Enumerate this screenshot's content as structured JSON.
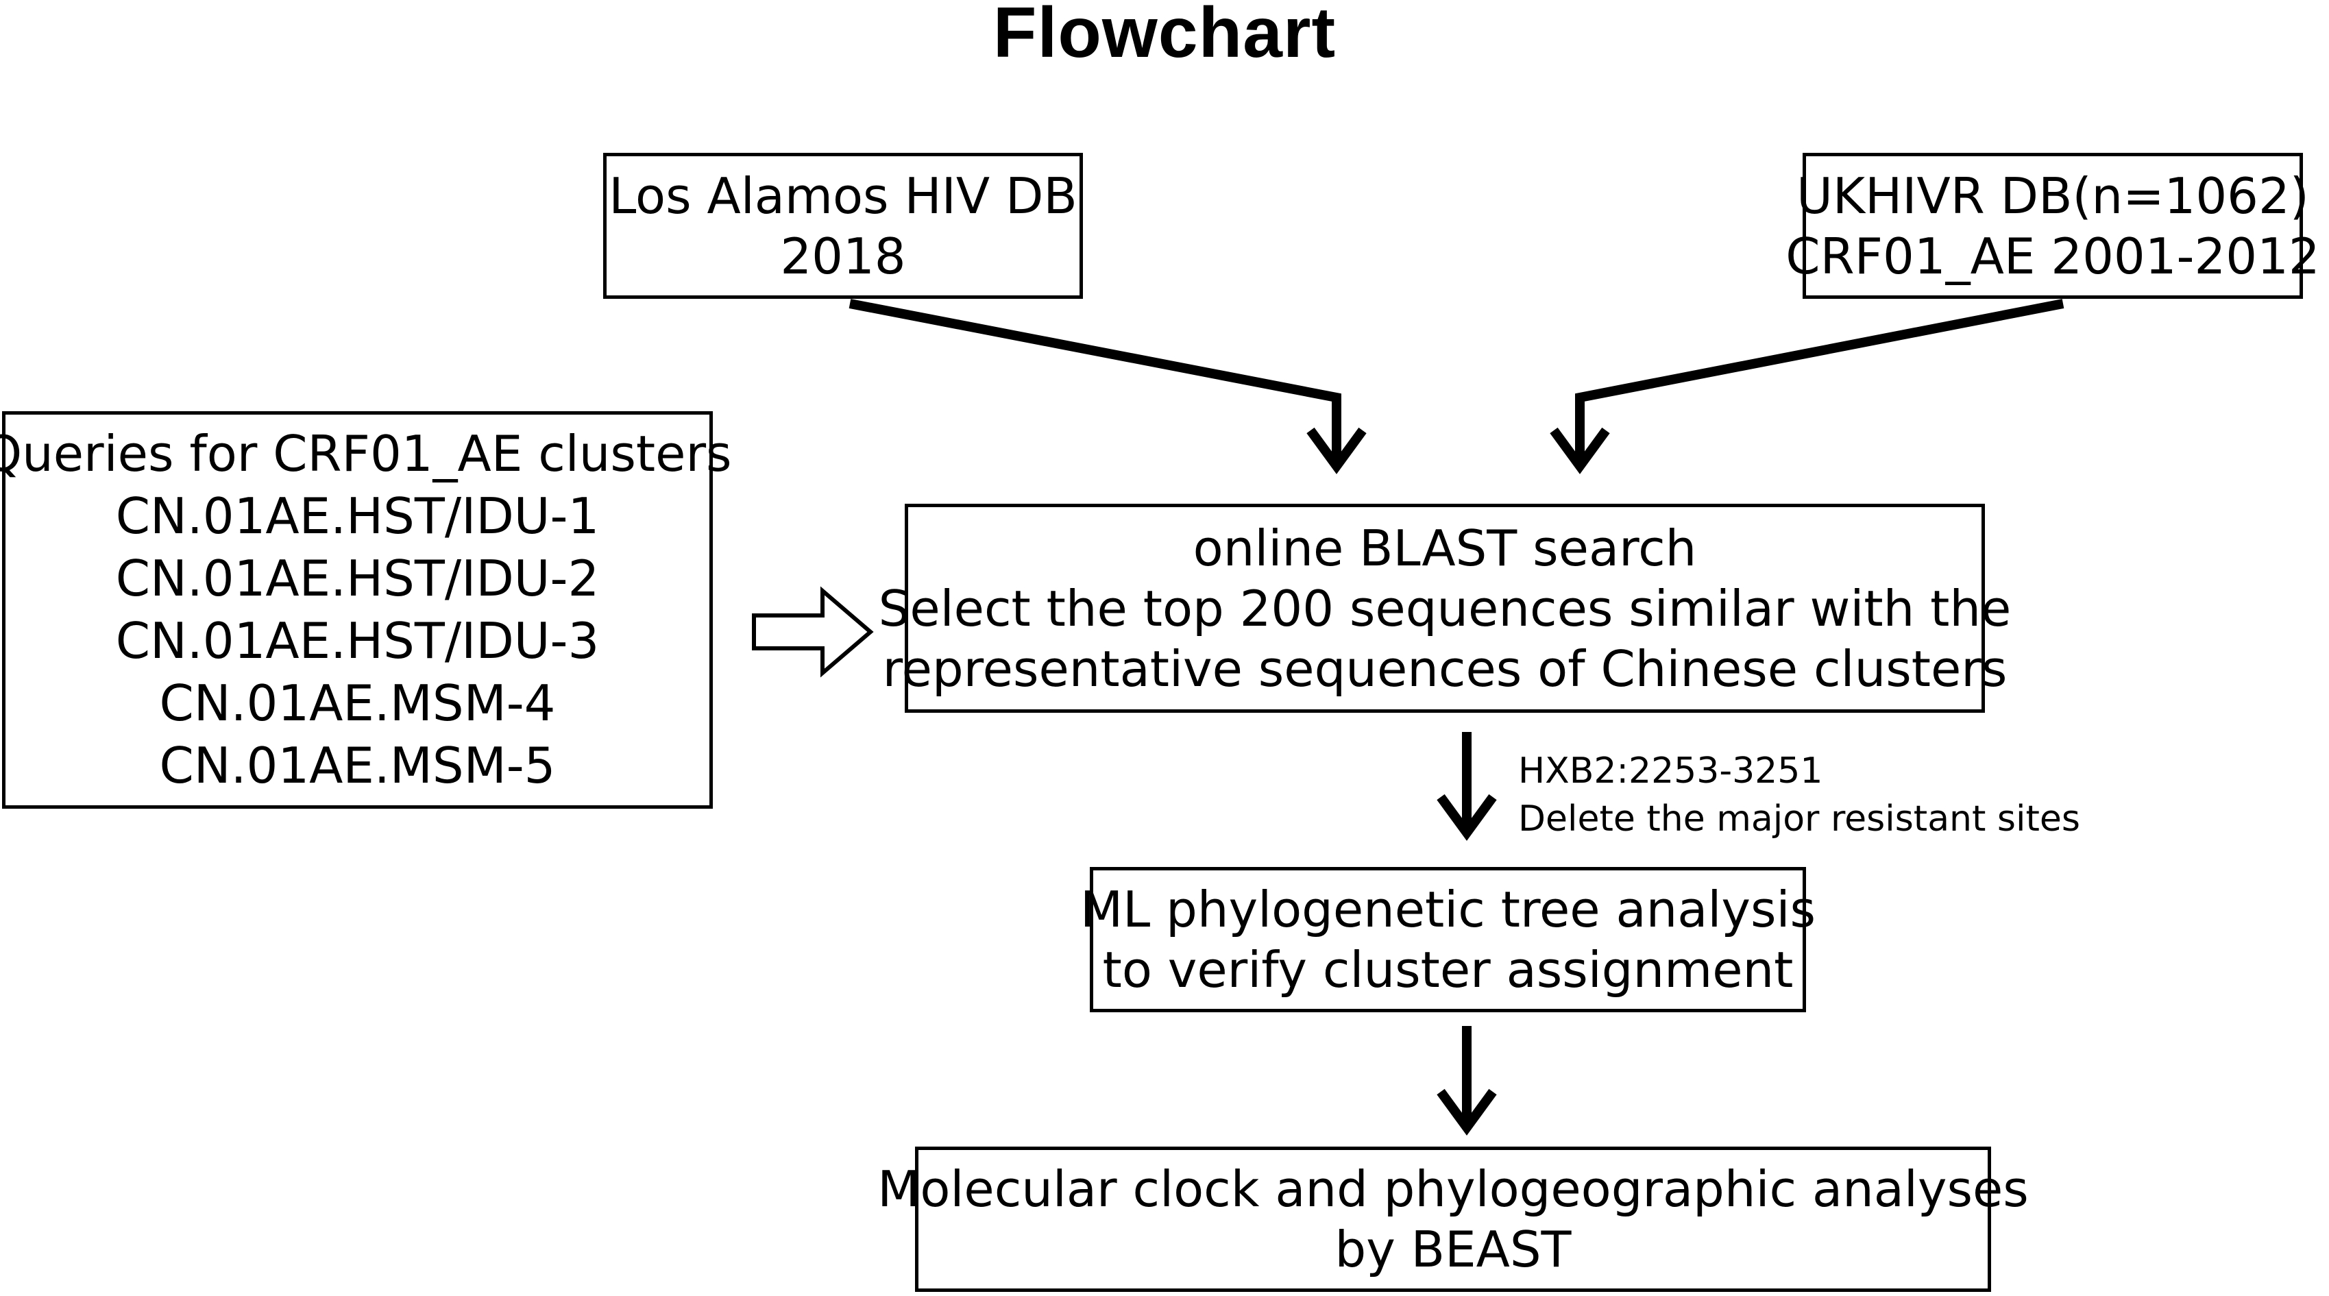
{
  "title": "Flowchart",
  "nodes": {
    "los_alamos": [
      "Los Alamos HIV DB",
      "2018"
    ],
    "ukhivr": [
      "UKHIVR DB(n=1062)",
      "CRF01_AE 2001-2012"
    ],
    "queries": [
      "Queries for CRF01_AE clusters",
      "CN.01AE.HST/IDU-1",
      "CN.01AE.HST/IDU-2",
      "CN.01AE.HST/IDU-3",
      "CN.01AE.MSM-4",
      "CN.01AE.MSM-5"
    ],
    "blast": [
      "online BLAST search",
      "Select the top 200 sequences similar with the",
      "representative sequences of Chinese clusters"
    ],
    "ml": [
      "ML phylogenetic tree analysis",
      "to verify cluster assignment"
    ],
    "beast": [
      "Molecular clock and phylogeographic analyses",
      "by BEAST"
    ]
  },
  "edge_labels": {
    "blast_to_ml": [
      "HXB2:2253-3251",
      "Delete the major resistant sites"
    ]
  },
  "edges": [
    {
      "from": "Los Alamos HIV DB",
      "to": "online BLAST search",
      "style": "solid"
    },
    {
      "from": "UKHIVR DB(n=1062)",
      "to": "online BLAST search",
      "style": "solid"
    },
    {
      "from": "Queries for CRF01_AE clusters",
      "to": "online BLAST search",
      "style": "hollow"
    },
    {
      "from": "online BLAST search",
      "to": "ML phylogenetic tree analysis",
      "style": "solid"
    },
    {
      "from": "ML phylogenetic tree analysis",
      "to": "Molecular clock and phylogeographic analyses",
      "style": "solid"
    }
  ]
}
